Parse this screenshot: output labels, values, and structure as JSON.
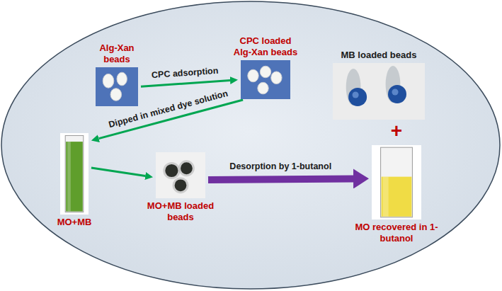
{
  "diagram": {
    "nodes": [
      {
        "text": [
          "Alg-Xan beads"
        ]
      },
      {
        "text": [
          "CPC loaded Alg-Xan beads"
        ]
      },
      {
        "text": [
          "MB loaded beads"
        ]
      },
      {
        "text": [
          "MO+MB"
        ]
      },
      {
        "text": [
          "MO+MB loaded beads"
        ]
      },
      {
        "text": [
          "MO recovered in 1-butanol"
        ]
      }
    ],
    "edges": [
      {
        "from": 0,
        "to": 1,
        "arrow": "to",
        "label": "CPC adsorption"
      },
      {
        "from": 1,
        "to": 3,
        "arrow": "to",
        "label": "Dipped in mixed dye solution"
      },
      {
        "from": 3,
        "to": 4,
        "arrow": "to"
      },
      {
        "from": 4,
        "to": 5,
        "arrow": "to",
        "label": "Desorption by 1-butanol"
      }
    ],
    "labels": [
      "+"
    ]
  }
}
